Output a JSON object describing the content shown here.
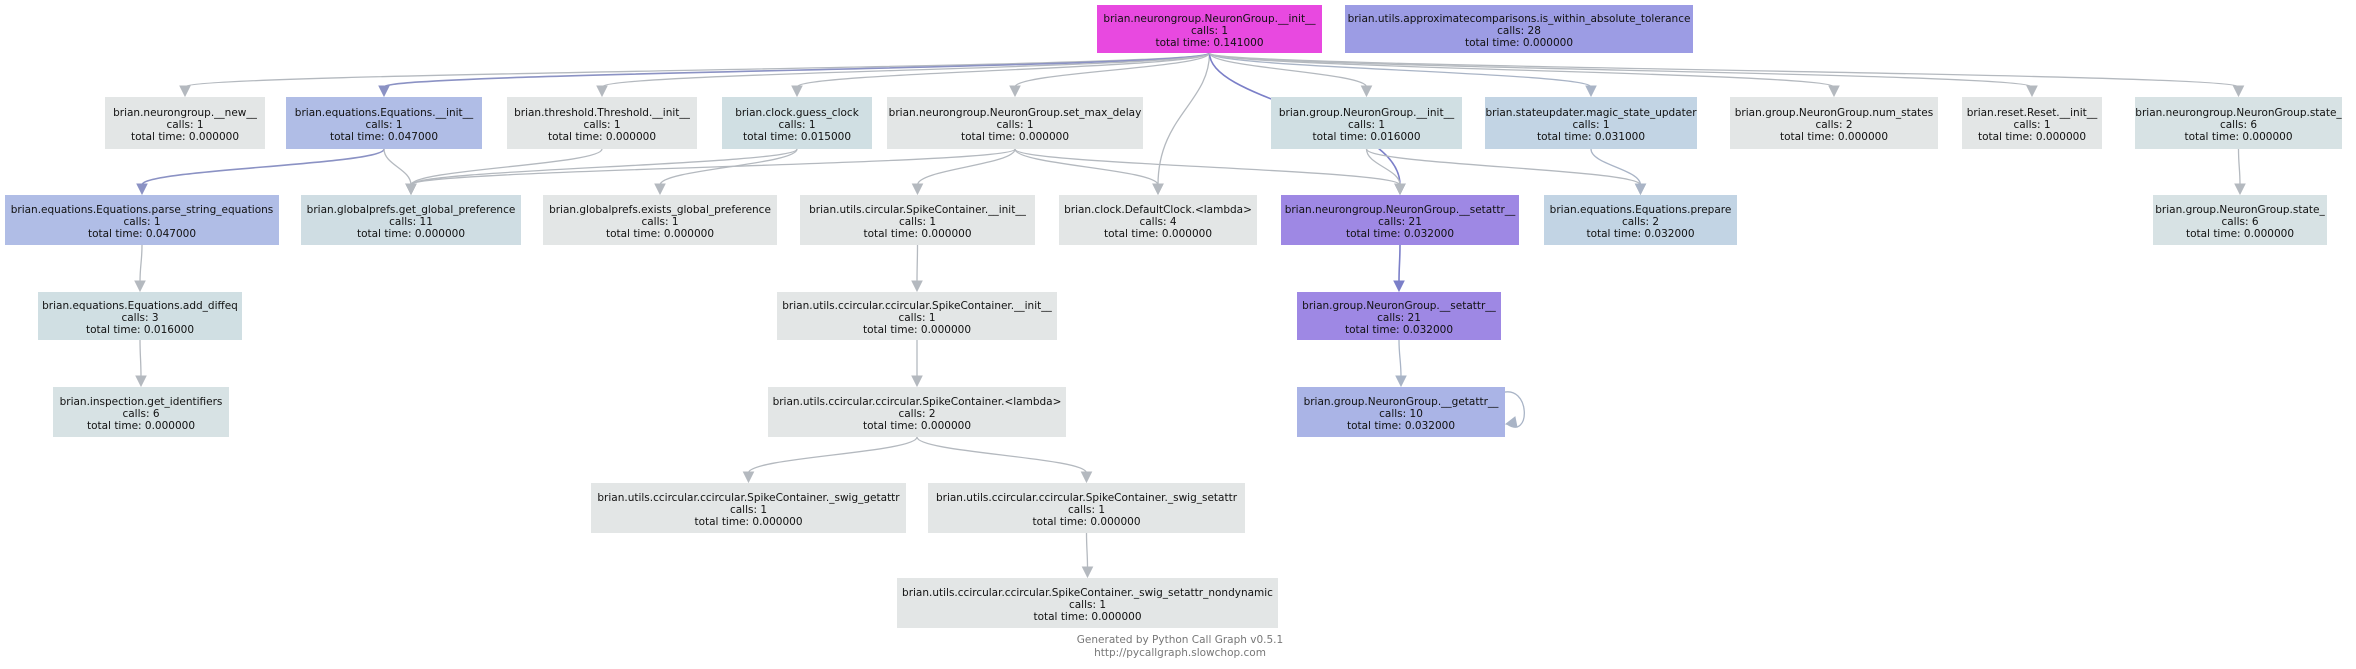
{
  "footer": {
    "line1": "Generated by Python Call Graph v0.5.1",
    "line2": "http://pycallgraph.slowchop.com"
  },
  "nodes": [
    {
      "id": "ng_init",
      "name": "brian.neurongroup.NeuronGroup.__init__",
      "calls": "calls: 1",
      "time": "total time: 0.141000",
      "color": "#e849e0"
    },
    {
      "id": "approx",
      "name": "brian.utils.approximatecomparisons.is_within_absolute_tolerance",
      "calls": "calls: 28",
      "time": "total time: 0.000000",
      "color": "#9c9ce4"
    },
    {
      "id": "new",
      "name": "brian.neurongroup.__new__",
      "calls": "calls: 1",
      "time": "total time: 0.000000",
      "color": "#e3e6e6"
    },
    {
      "id": "eq_init",
      "name": "brian.equations.Equations.__init__",
      "calls": "calls: 1",
      "time": "total time: 0.047000",
      "color": "#b0bde6"
    },
    {
      "id": "thr_init",
      "name": "brian.threshold.Threshold.__init__",
      "calls": "calls: 1",
      "time": "total time: 0.000000",
      "color": "#e3e6e6"
    },
    {
      "id": "guess_clock",
      "name": "brian.clock.guess_clock",
      "calls": "calls: 1",
      "time": "total time: 0.015000",
      "color": "#d0dfe3"
    },
    {
      "id": "set_max_delay",
      "name": "brian.neurongroup.NeuronGroup.set_max_delay",
      "calls": "calls: 1",
      "time": "total time: 0.000000",
      "color": "#e3e6e6"
    },
    {
      "id": "grp_init",
      "name": "brian.group.NeuronGroup.__init__",
      "calls": "calls: 1",
      "time": "total time: 0.016000",
      "color": "#d0dfe3"
    },
    {
      "id": "magic",
      "name": "brian.stateupdater.magic_state_updater",
      "calls": "calls: 1",
      "time": "total time: 0.031000",
      "color": "#c2d4e4"
    },
    {
      "id": "num_states",
      "name": "brian.group.NeuronGroup.num_states",
      "calls": "calls: 2",
      "time": "total time: 0.000000",
      "color": "#e3e6e6"
    },
    {
      "id": "reset_init",
      "name": "brian.reset.Reset.__init__",
      "calls": "calls: 1",
      "time": "total time: 0.000000",
      "color": "#e3e6e6"
    },
    {
      "id": "ng_state",
      "name": "brian.neurongroup.NeuronGroup.state_",
      "calls": "calls: 6",
      "time": "total time: 0.000000",
      "color": "#d7e2e4"
    },
    {
      "id": "parse",
      "name": "brian.equations.Equations.parse_string_equations",
      "calls": "calls: 1",
      "time": "total time: 0.047000",
      "color": "#b0bde6"
    },
    {
      "id": "get_pref",
      "name": "brian.globalprefs.get_global_preference",
      "calls": "calls: 11",
      "time": "total time: 0.000000",
      "color": "#cfdde3"
    },
    {
      "id": "exists_pref",
      "name": "brian.globalprefs.exists_global_preference",
      "calls": "calls: 1",
      "time": "total time: 0.000000",
      "color": "#e3e6e6"
    },
    {
      "id": "spike_init",
      "name": "brian.utils.circular.SpikeContainer.__init__",
      "calls": "calls: 1",
      "time": "total time: 0.000000",
      "color": "#e3e6e6"
    },
    {
      "id": "clock_lambda",
      "name": "brian.clock.DefaultClock.<lambda>",
      "calls": "calls: 4",
      "time": "total time: 0.000000",
      "color": "#e3e6e6"
    },
    {
      "id": "ng_setattr",
      "name": "brian.neurongroup.NeuronGroup.__setattr__",
      "calls": "calls: 21",
      "time": "total time: 0.032000",
      "color": "#9e88e4"
    },
    {
      "id": "eq_prepare",
      "name": "brian.equations.Equations.prepare",
      "calls": "calls: 2",
      "time": "total time: 0.032000",
      "color": "#c2d4e4"
    },
    {
      "id": "grp_state",
      "name": "brian.group.NeuronGroup.state_",
      "calls": "calls: 6",
      "time": "total time: 0.000000",
      "color": "#d7e2e4"
    },
    {
      "id": "add_diffeq",
      "name": "brian.equations.Equations.add_diffeq",
      "calls": "calls: 3",
      "time": "total time: 0.016000",
      "color": "#d0dfe3"
    },
    {
      "id": "cc_init",
      "name": "brian.utils.ccircular.ccircular.SpikeContainer.__init__",
      "calls": "calls: 1",
      "time": "total time: 0.000000",
      "color": "#e3e6e6"
    },
    {
      "id": "grp_setattr",
      "name": "brian.group.NeuronGroup.__setattr__",
      "calls": "calls: 21",
      "time": "total time: 0.032000",
      "color": "#9e88e4"
    },
    {
      "id": "get_ident",
      "name": "brian.inspection.get_identifiers",
      "calls": "calls: 6",
      "time": "total time: 0.000000",
      "color": "#d7e2e4"
    },
    {
      "id": "cc_lambda",
      "name": "brian.utils.ccircular.ccircular.SpikeContainer.<lambda>",
      "calls": "calls: 2",
      "time": "total time: 0.000000",
      "color": "#e3e6e6"
    },
    {
      "id": "grp_getattr",
      "name": "brian.group.NeuronGroup.__getattr__",
      "calls": "calls: 10",
      "time": "total time: 0.032000",
      "color": "#aab4e6"
    },
    {
      "id": "swig_get",
      "name": "brian.utils.ccircular.ccircular.SpikeContainer._swig_getattr",
      "calls": "calls: 1",
      "time": "total time: 0.000000",
      "color": "#e3e6e6"
    },
    {
      "id": "swig_set",
      "name": "brian.utils.ccircular.ccircular.SpikeContainer._swig_setattr",
      "calls": "calls: 1",
      "time": "total time: 0.000000",
      "color": "#e3e6e6"
    },
    {
      "id": "swig_nd",
      "name": "brian.utils.ccircular.ccircular.SpikeContainer._swig_setattr_nondynamic",
      "calls": "calls: 1",
      "time": "total time: 0.000000",
      "color": "#e3e6e6"
    }
  ],
  "edges": [
    {
      "from": "ng_init",
      "to": "new",
      "color": "#b4b9bf"
    },
    {
      "from": "ng_init",
      "to": "eq_init",
      "color": "#8b92c4"
    },
    {
      "from": "ng_init",
      "to": "thr_init",
      "color": "#b4b9bf"
    },
    {
      "from": "ng_init",
      "to": "guess_clock",
      "color": "#b4b9bf"
    },
    {
      "from": "ng_init",
      "to": "set_max_delay",
      "color": "#b4b9bf"
    },
    {
      "from": "ng_init",
      "to": "clock_lambda",
      "color": "#b4b9bf"
    },
    {
      "from": "ng_init",
      "to": "ng_setattr",
      "color": "#7b7fc8"
    },
    {
      "from": "ng_init",
      "to": "grp_init",
      "color": "#b4b9bf"
    },
    {
      "from": "ng_init",
      "to": "magic",
      "color": "#a9b4c6"
    },
    {
      "from": "ng_init",
      "to": "num_states",
      "color": "#b4b9bf"
    },
    {
      "from": "ng_init",
      "to": "reset_init",
      "color": "#b4b9bf"
    },
    {
      "from": "ng_init",
      "to": "ng_state",
      "color": "#b4b9bf"
    },
    {
      "from": "eq_init",
      "to": "parse",
      "color": "#8b92c4"
    },
    {
      "from": "eq_init",
      "to": "get_pref",
      "color": "#b4b9bf"
    },
    {
      "from": "thr_init",
      "to": "get_pref",
      "color": "#b4b9bf"
    },
    {
      "from": "guess_clock",
      "to": "get_pref",
      "color": "#b4b9bf"
    },
    {
      "from": "guess_clock",
      "to": "exists_pref",
      "color": "#b4b9bf"
    },
    {
      "from": "set_max_delay",
      "to": "get_pref",
      "color": "#b4b9bf"
    },
    {
      "from": "set_max_delay",
      "to": "spike_init",
      "color": "#b4b9bf"
    },
    {
      "from": "set_max_delay",
      "to": "clock_lambda",
      "color": "#b4b9bf"
    },
    {
      "from": "set_max_delay",
      "to": "ng_setattr",
      "color": "#b4b9bf"
    },
    {
      "from": "grp_init",
      "to": "ng_setattr",
      "color": "#b4b9bf"
    },
    {
      "from": "grp_init",
      "to": "eq_prepare",
      "color": "#b4b9bf"
    },
    {
      "from": "magic",
      "to": "eq_prepare",
      "color": "#a9b4c6"
    },
    {
      "from": "ng_state",
      "to": "grp_state",
      "color": "#b4b9bf"
    },
    {
      "from": "parse",
      "to": "add_diffeq",
      "color": "#b4b9bf"
    },
    {
      "from": "add_diffeq",
      "to": "get_ident",
      "color": "#b4b9bf"
    },
    {
      "from": "spike_init",
      "to": "cc_init",
      "color": "#b4b9bf"
    },
    {
      "from": "cc_init",
      "to": "cc_lambda",
      "color": "#b4b9bf"
    },
    {
      "from": "cc_lambda",
      "to": "swig_get",
      "color": "#b4b9bf"
    },
    {
      "from": "cc_lambda",
      "to": "swig_set",
      "color": "#b4b9bf"
    },
    {
      "from": "swig_set",
      "to": "swig_nd",
      "color": "#b4b9bf"
    },
    {
      "from": "ng_setattr",
      "to": "grp_setattr",
      "color": "#7b7fc8"
    },
    {
      "from": "grp_setattr",
      "to": "grp_getattr",
      "color": "#a9b4c6"
    },
    {
      "from": "grp_getattr",
      "to": "grp_getattr",
      "color": "#a9b4c6"
    }
  ]
}
